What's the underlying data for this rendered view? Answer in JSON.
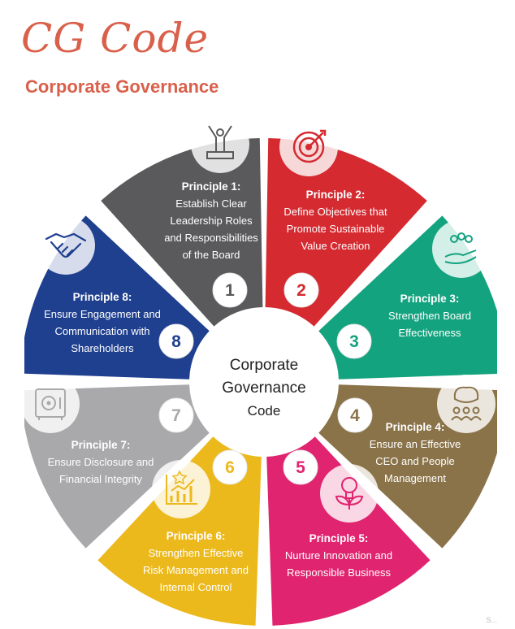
{
  "header": {
    "logo_text": "CG Code",
    "subtitle": "Corporate Governance"
  },
  "center": {
    "line1": "Corporate",
    "line2": "Governance",
    "line3": "Code"
  },
  "principles": [
    {
      "number": "1",
      "title": "Principle 1:",
      "lines": [
        "Establish Clear",
        "Leadership Roles",
        "and Responsibilities",
        "of the Board"
      ],
      "color": "#5a5a5c",
      "icon": "leader-podium-icon"
    },
    {
      "number": "2",
      "title": "Principle 2:",
      "lines": [
        "Define Objectives that",
        "Promote Sustainable",
        "Value Creation"
      ],
      "color": "#d42a30",
      "icon": "target-icon"
    },
    {
      "number": "3",
      "title": "Principle 3:",
      "lines": [
        "Strengthen Board",
        "Effectiveness"
      ],
      "color": "#14a37f",
      "icon": "team-hand-icon"
    },
    {
      "number": "4",
      "title": "Principle 4:",
      "lines": [
        "Ensure an Effective",
        "CEO and People",
        "Management"
      ],
      "color": "#8a7349",
      "icon": "brain-people-icon"
    },
    {
      "number": "5",
      "title": "Principle 5:",
      "lines": [
        "Nurture Innovation and",
        "Responsible Business"
      ],
      "color": "#e0246f",
      "icon": "lightbulb-plant-icon"
    },
    {
      "number": "6",
      "title": "Principle 6:",
      "lines": [
        "Strengthen Effective",
        "Risk Management and",
        "Internal Control"
      ],
      "color": "#ecb91c",
      "icon": "chart-star-icon"
    },
    {
      "number": "7",
      "title": "Principle 7:",
      "lines": [
        "Ensure Disclosure and",
        "Financial Integrity"
      ],
      "color": "#a9a9ab",
      "icon": "safe-icon"
    },
    {
      "number": "8",
      "title": "Principle 8:",
      "lines": [
        "Ensure Engagement and",
        "Communication with",
        "Shareholders"
      ],
      "color": "#1f3f8f",
      "icon": "handshake-icon"
    }
  ],
  "watermark": "S..."
}
